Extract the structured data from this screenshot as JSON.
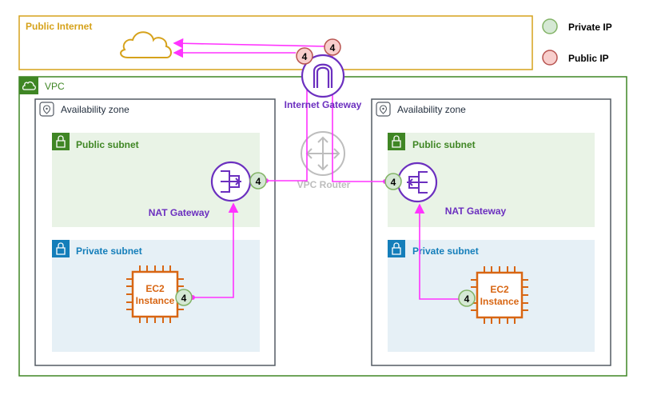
{
  "public_internet": {
    "label": "Public Internet"
  },
  "legend": {
    "private": {
      "label": "Private IP",
      "fill": "#d5e8d4",
      "stroke": "#82b366"
    },
    "public": {
      "label": "Public IP",
      "fill": "#f8cecc",
      "stroke": "#b85450"
    }
  },
  "vpc": {
    "label": "VPC"
  },
  "internet_gateway": {
    "label": "Internet Gateway"
  },
  "vpc_router": {
    "label": "VPC Router"
  },
  "zones": [
    {
      "label": "Availability zone",
      "public_subnet": "Public subnet",
      "private_subnet": "Private subnet",
      "nat_label": "NAT Gateway",
      "ec2_label_line1": "EC2",
      "ec2_label_line2": "Instance"
    },
    {
      "label": "Availability zone",
      "public_subnet": "Public subnet",
      "private_subnet": "Private subnet",
      "nat_label": "NAT Gateway",
      "ec2_label_line1": "EC2",
      "ec2_label_line2": "Instance"
    }
  ],
  "step_badge": "4",
  "colors": {
    "internet_border": "#d6a21b",
    "vpc_border": "#3f8624",
    "zone_border": "#545b64",
    "public_subnet_fill": "#e9f3e6",
    "private_subnet_fill": "#e6f0f6",
    "public_text": "#3f8624",
    "private_text": "#147eba",
    "gateway": "#6b2fbf",
    "ec2": "#d86613",
    "flow": "#ff33ff",
    "router": "#bdbdbd"
  }
}
